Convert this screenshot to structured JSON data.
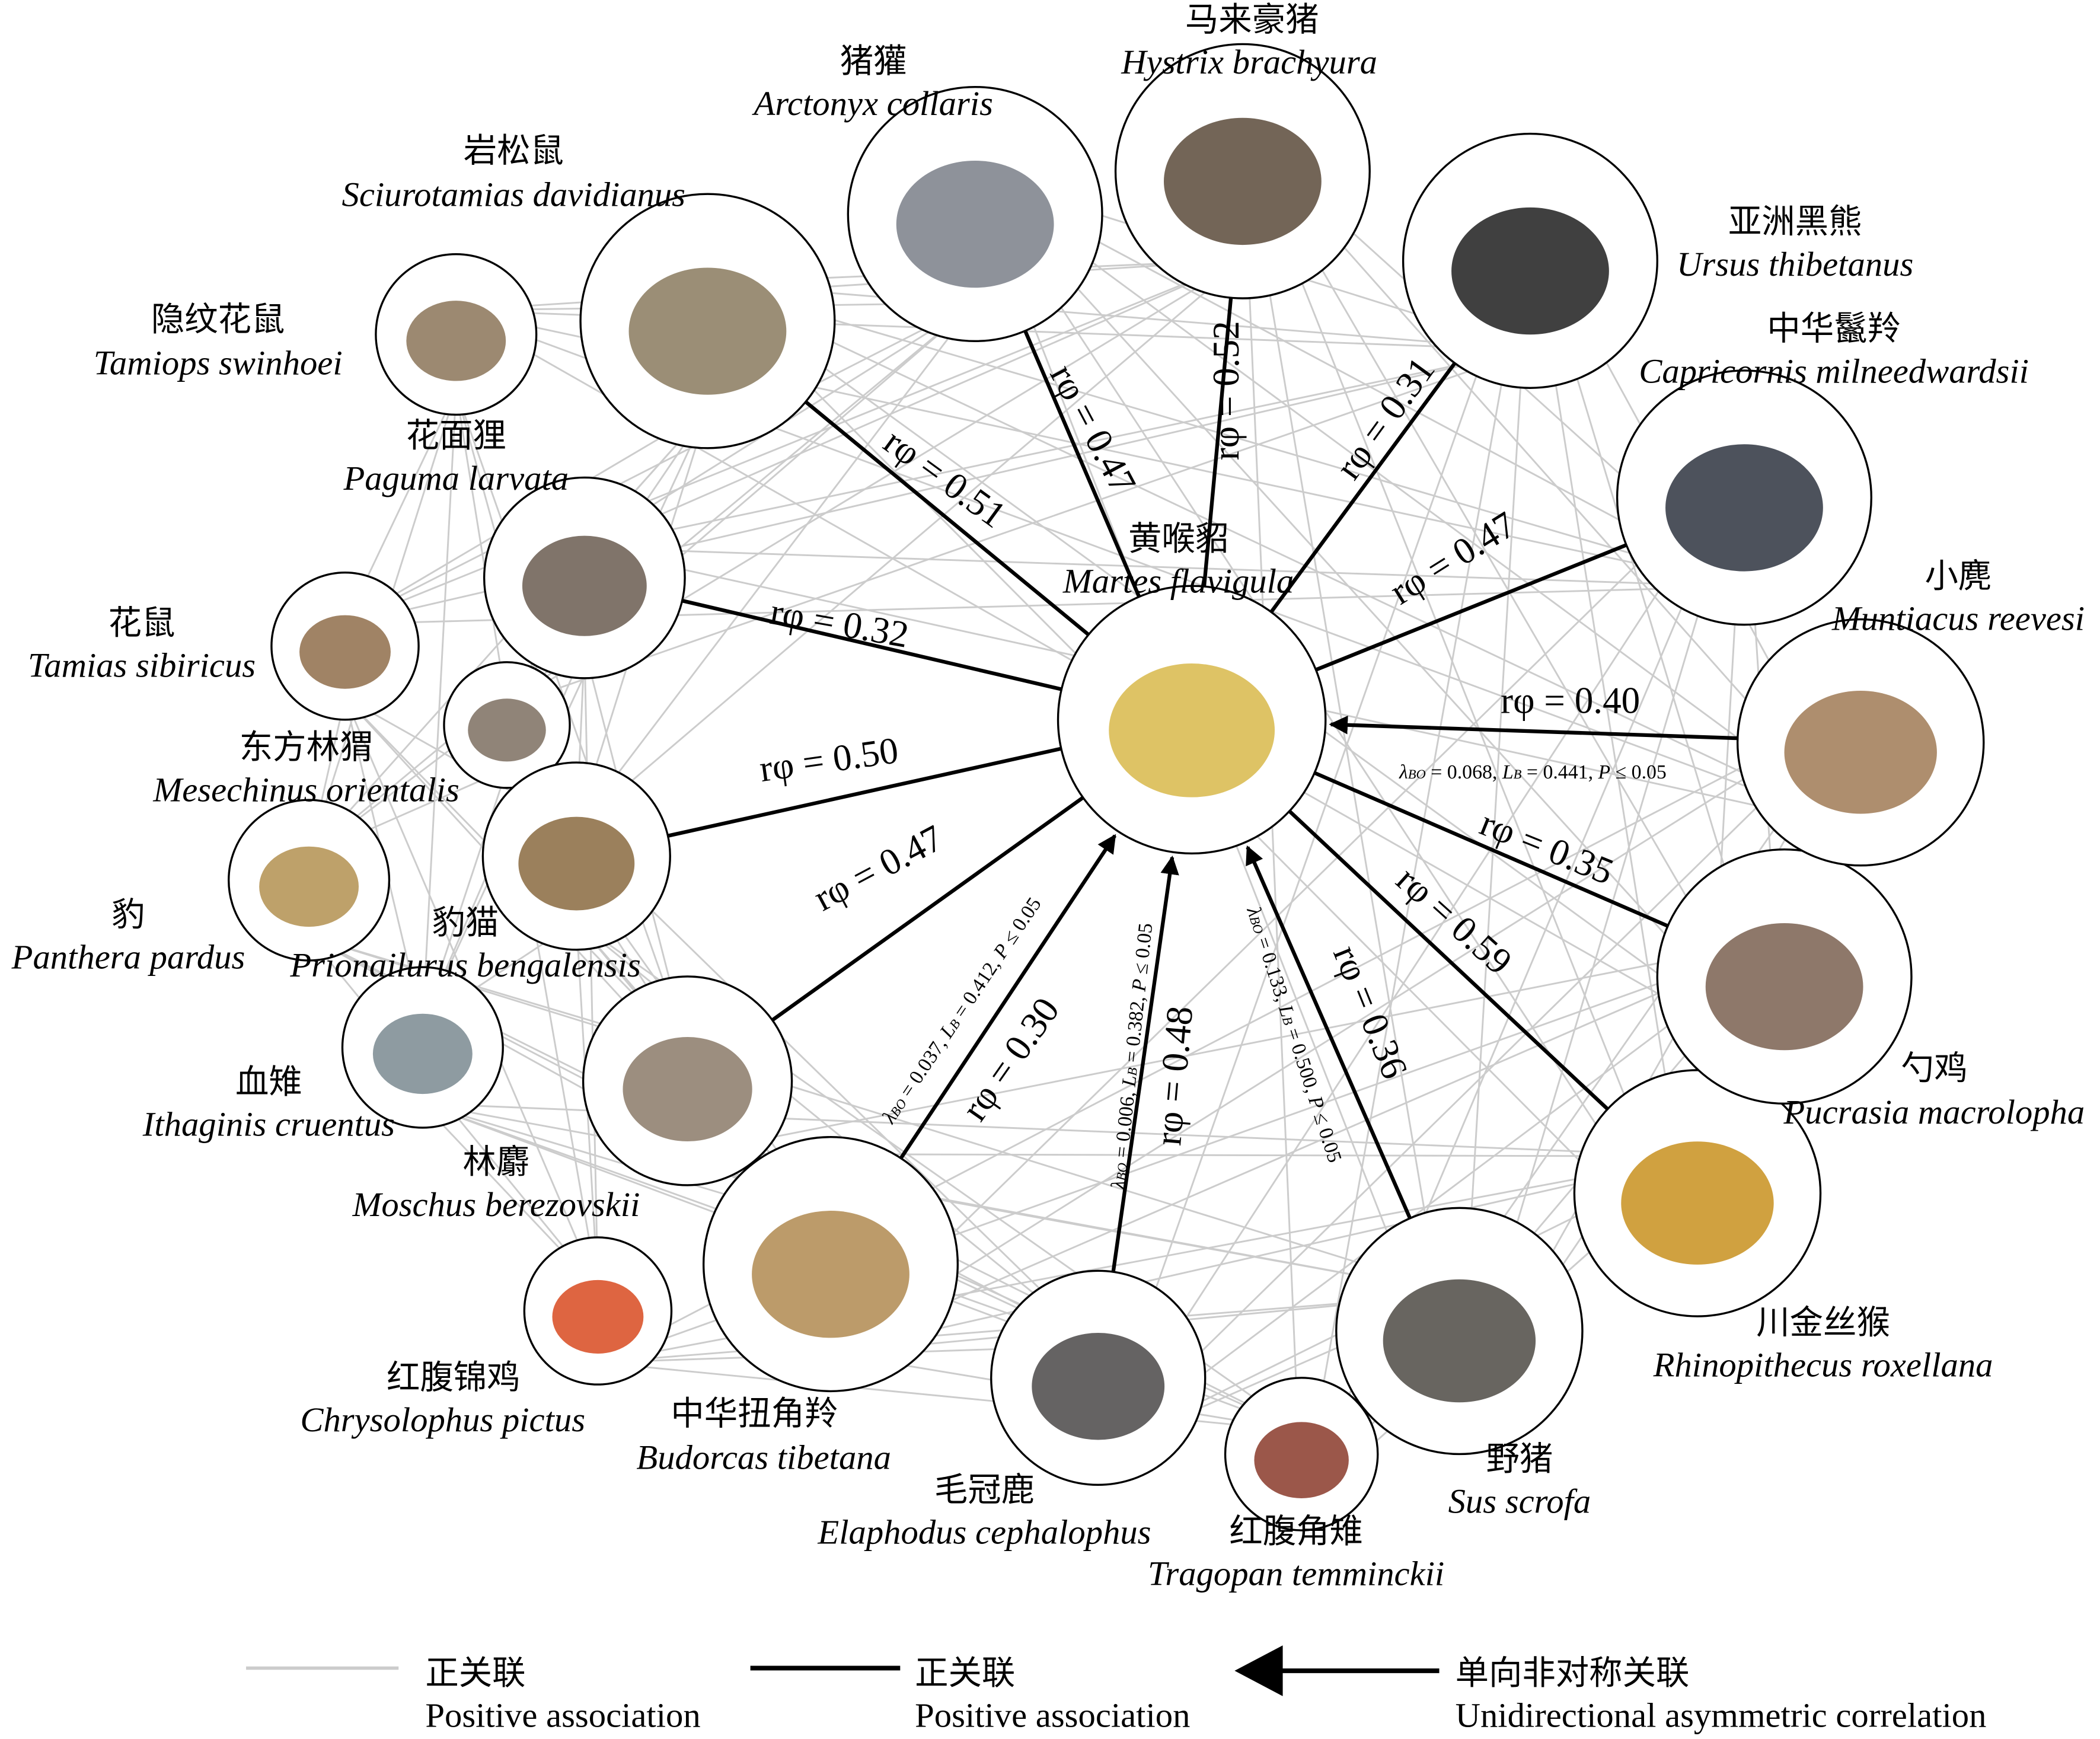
{
  "colors": {
    "gray_edge": "#cccccc",
    "black_edge": "#000000"
  },
  "center": {
    "id": "martes",
    "cn": "黄喉貂",
    "latin": "Martes flavigula"
  },
  "nodes": [
    {
      "id": "hystrix",
      "cn": "马来豪猪",
      "latin": "Hystrix brachyura"
    },
    {
      "id": "arctonyx",
      "cn": "猪獾",
      "latin": "Arctonyx collaris"
    },
    {
      "id": "sciurotamias",
      "cn": "岩松鼠",
      "latin": "Sciurotamias davidianus"
    },
    {
      "id": "tamiops",
      "cn": "隐纹花鼠",
      "latin": "Tamiops swinhoei"
    },
    {
      "id": "paguma",
      "cn": "花面狸",
      "latin": "Paguma larvata"
    },
    {
      "id": "tamias",
      "cn": "花鼠",
      "latin": "Tamias sibiricus"
    },
    {
      "id": "mesechinus",
      "cn": "东方林猬",
      "latin": "Mesechinus orientalis"
    },
    {
      "id": "prionailurus",
      "cn": "豹猫",
      "latin": "Prionailurus bengalensis"
    },
    {
      "id": "panthera",
      "cn": "豹",
      "latin": "Panthera pardus"
    },
    {
      "id": "ithaginis",
      "cn": "血雉",
      "latin": "Ithaginis cruentus"
    },
    {
      "id": "moschus",
      "cn": "林麝",
      "latin": "Moschus berezovskii"
    },
    {
      "id": "chrysolophus",
      "cn": "红腹锦鸡",
      "latin": "Chrysolophus pictus"
    },
    {
      "id": "budorcas",
      "cn": "中华扭角羚",
      "latin": "Budorcas tibetana"
    },
    {
      "id": "elaphodus",
      "cn": "毛冠鹿",
      "latin": "Elaphodus cephalophus"
    },
    {
      "id": "tragopan",
      "cn": "红腹角雉",
      "latin": "Tragopan temminckii"
    },
    {
      "id": "sus",
      "cn": "野猪",
      "latin": "Sus scrofa"
    },
    {
      "id": "rhinopithecus",
      "cn": "川金丝猴",
      "latin": "Rhinopithecus roxellana"
    },
    {
      "id": "pucrasia",
      "cn": "勺鸡",
      "latin": "Pucrasia macrolopha"
    },
    {
      "id": "muntiacus",
      "cn": "小麂",
      "latin": "Muntiacus reevesi"
    },
    {
      "id": "capricornis",
      "cn": "中华鬣羚",
      "latin": "Capricornis milneedwardsii"
    },
    {
      "id": "ursus",
      "cn": "亚洲黑熊",
      "latin": "Ursus thibetanus"
    }
  ],
  "edges": [
    {
      "target": "sciurotamias",
      "r": "rφ = 0.51"
    },
    {
      "target": "arctonyx",
      "r": "rφ = 0.47"
    },
    {
      "target": "hystrix",
      "r": "rφ = 0.52"
    },
    {
      "target": "ursus",
      "r": "rφ = 0.31"
    },
    {
      "target": "capricornis",
      "r": "rφ = 0.47"
    },
    {
      "target": "paguma",
      "r": "rφ = 0.32"
    },
    {
      "target": "prionailurus",
      "r": "rφ = 0.50"
    },
    {
      "target": "moschus",
      "r": "rφ = 0.47"
    },
    {
      "target": "muntiacus",
      "r": "rφ = 0.40",
      "arrow": true,
      "lambda": "0.068",
      "lb": "0.441",
      "p": "≤ 0.05"
    },
    {
      "target": "pucrasia",
      "r": "rφ = 0.35"
    },
    {
      "target": "rhinopithecus",
      "r": "rφ = 0.59"
    },
    {
      "target": "sus",
      "r": "rφ = 0.36",
      "arrow": true,
      "lambda": "0.133",
      "lb": "0.500",
      "p": "≤ 0.05"
    },
    {
      "target": "elaphodus",
      "r": "rφ = 0.48",
      "arrow": true,
      "lambda": "0.006",
      "lb": "0.382",
      "p": "≤ 0.05"
    },
    {
      "target": "budorcas",
      "r": "rφ = 0.30",
      "arrow": true,
      "lambda": "0.037",
      "lb": "0.412",
      "p": "≤ 0.05"
    }
  ],
  "legend": [
    {
      "cn": "正关联",
      "en": "Positive association",
      "style": "gray"
    },
    {
      "cn": "正关联",
      "en": "Positive association",
      "style": "black"
    },
    {
      "cn": "单向非对称关联",
      "en": "Unidirectional asymmetric correlation",
      "style": "arrow"
    }
  ]
}
